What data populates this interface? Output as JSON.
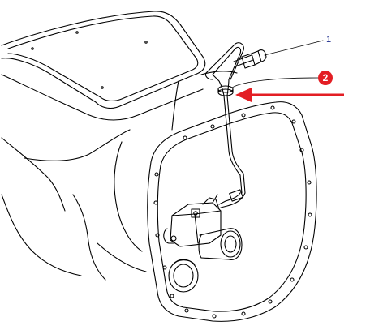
{
  "callouts": [
    {
      "number": "1",
      "style": "plain",
      "color": "#1b2a8c"
    },
    {
      "number": "2",
      "style": "filled-circle",
      "color": "#e31e24"
    }
  ],
  "highlight_arrow": {
    "color": "#e31e24",
    "icon": "arrow-left-icon"
  },
  "line_color": "#000000"
}
